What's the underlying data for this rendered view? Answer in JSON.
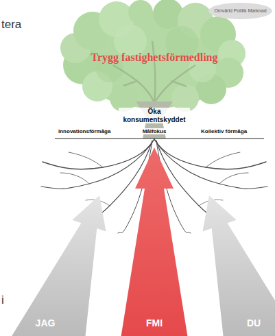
{
  "diagram": {
    "title": "Trygg fastighetsförmedling",
    "nodes": [
      {
        "text": [
          "Omvärld Politik Marknad"
        ]
      },
      {
        "text": [
          "JAG"
        ]
      },
      {
        "text": [
          "FMI"
        ]
      },
      {
        "text": [
          "DU"
        ]
      }
    ],
    "labels": [
      "tera",
      "Öka konsumentskyddet",
      "Innovationsförmåga",
      "Målfokus",
      "Kollektiv förmåga",
      "i"
    ]
  }
}
